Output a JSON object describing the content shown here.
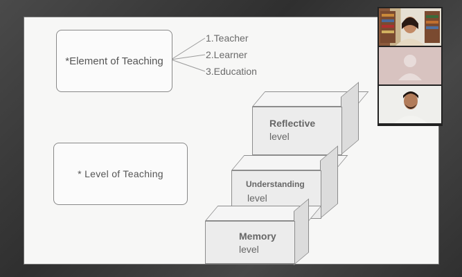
{
  "slide": {
    "element_box": "*Element of Teaching",
    "elements": [
      "1.Teacher",
      "2.Learner",
      "3.Education"
    ],
    "level_box": "* Level of Teaching",
    "levels": {
      "reflective": {
        "line1": "Reflective",
        "line2": "level"
      },
      "understanding": {
        "line1": "Understanding",
        "line2": "level"
      },
      "memory": {
        "line1": "Memory",
        "line2": "level"
      }
    }
  },
  "video_panel": {
    "participants": [
      "participant-woman",
      "participant-placeholder",
      "participant-man"
    ]
  }
}
